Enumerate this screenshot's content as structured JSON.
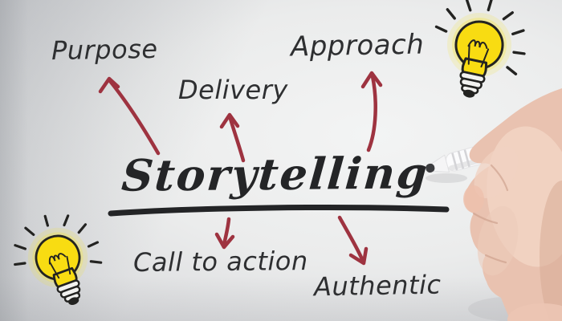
{
  "scene": "hand-drawn whiteboard mind map, photo style",
  "diagram": {
    "title": "Storytelling",
    "top_labels": [
      "Purpose",
      "Delivery",
      "Approach"
    ],
    "bottom_labels": [
      "Call to action",
      "Authentic"
    ],
    "connector_style": "hand-drawn red arrows radiating from underlined title"
  },
  "icons": {
    "top_right": "lightbulb-icon",
    "bottom_left": "lightbulb-icon",
    "right_side": "hand-holding-marker"
  },
  "colors": {
    "arrow_red": "#9e3340",
    "ink": "#2e2f31",
    "title_ink": "#242527",
    "bulb_yellow": "#f8dc12",
    "bulb_outline": "#232321",
    "board_light": "#f3f4f4",
    "board_dark": "#b2b5b8",
    "skin": "#e9c2b0"
  }
}
